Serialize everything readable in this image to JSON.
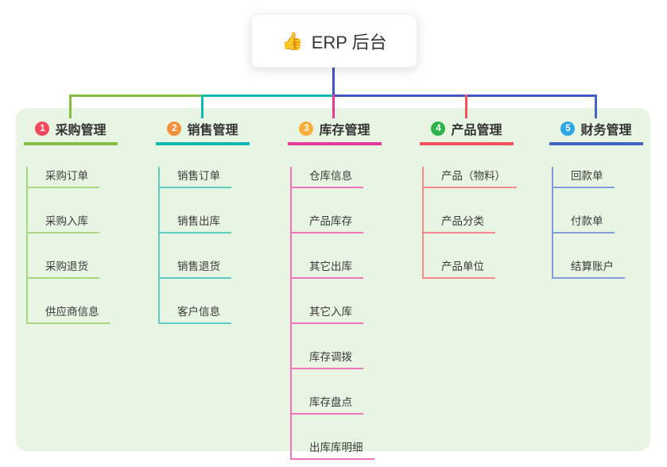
{
  "root": {
    "icon": "👍",
    "label": "ERP 后台"
  },
  "connector": {
    "root_line_color": "#4354c7"
  },
  "panel_color": "#e9f5e3",
  "branches": [
    {
      "num": "1",
      "label": "采购管理",
      "color": "#84bd3f",
      "line_color": "#abd57f",
      "badge_color": "#f2495c",
      "items": [
        "采购订单",
        "采购入库",
        "采购退货",
        "供应商信息"
      ]
    },
    {
      "num": "2",
      "label": "销售管理",
      "color": "#12b9b1",
      "line_color": "#5fccc5",
      "badge_color": "#f7913e",
      "items": [
        "销售订单",
        "销售出库",
        "销售退货",
        "客户信息"
      ]
    },
    {
      "num": "3",
      "label": "库存管理",
      "color": "#e63a9b",
      "line_color": "#f173bb",
      "badge_color": "#f9ae3b",
      "items": [
        "仓库信息",
        "产品库存",
        "其它出库",
        "其它入库",
        "库存调拨",
        "库存盘点",
        "出库库明细"
      ]
    },
    {
      "num": "4",
      "label": "产品管理",
      "color": "#f4515f",
      "line_color": "#f8878f",
      "badge_color": "#2cb44a",
      "items": [
        "产品（物料）",
        "产品分类",
        "产品单位"
      ]
    },
    {
      "num": "5",
      "label": "财务管理",
      "color": "#4465c3",
      "line_color": "#819dd9",
      "badge_color": "#2fa7e9",
      "items": [
        "回款单",
        "付款单",
        "结算账户"
      ]
    }
  ]
}
